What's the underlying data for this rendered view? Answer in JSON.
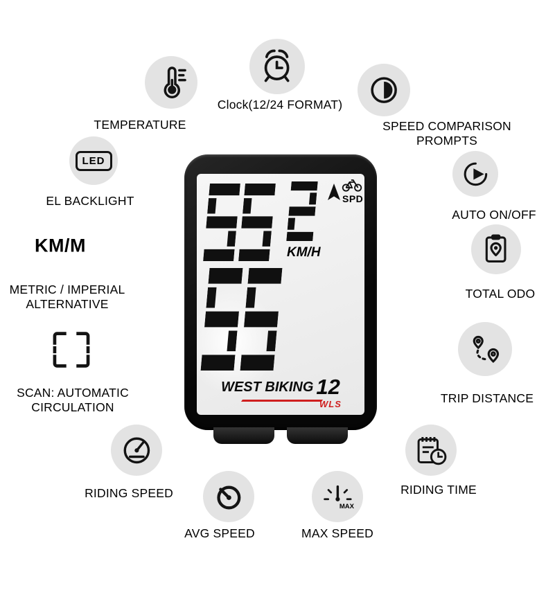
{
  "features": {
    "temperature": {
      "label": "TEMPERATURE"
    },
    "clock_format": {
      "label": "Clock(12/24 FORMAT)"
    },
    "speed_comparison": {
      "line1": "SPEED COMPARISON",
      "line2": "PROMPTS"
    },
    "el_backlight": {
      "label": "EL BACKLIGHT",
      "icon_text": "LED"
    },
    "auto_on_off": {
      "label": "AUTO ON/OFF"
    },
    "metric_imperial": {
      "line1": "METRIC / IMPERIAL",
      "line2": "ALTERNATIVE",
      "icon_text": "KM/M"
    },
    "total_odo": {
      "label": "TOTAL ODO"
    },
    "scan": {
      "line1": "SCAN: AUTOMATIC",
      "line2": "CIRCULATION"
    },
    "trip_distance": {
      "label": "TRIP DISTANCE"
    },
    "riding_speed": {
      "label": "RIDING SPEED"
    },
    "riding_time": {
      "label": "RIDING TIME"
    },
    "avg_speed": {
      "label": "AVG SPEED"
    },
    "max_speed": {
      "label": "MAX SPEED",
      "icon_text": "MAX"
    }
  },
  "device": {
    "brand": "WEST BIKING",
    "model": "12",
    "brand_script": "WLS",
    "lcd": {
      "main_digits": "55",
      "decimal_digit": "2",
      "spd_label": "SPD",
      "unit_label": "KM/H",
      "lower_digits": "55"
    }
  },
  "colors": {
    "background": "#ffffff",
    "icon_circle": "#e3e3e3",
    "icon_stroke": "#141414",
    "label_text": "#000000",
    "device_body": "#101010",
    "lcd_background": "#efefef",
    "accent_red": "#cf1f1f"
  }
}
